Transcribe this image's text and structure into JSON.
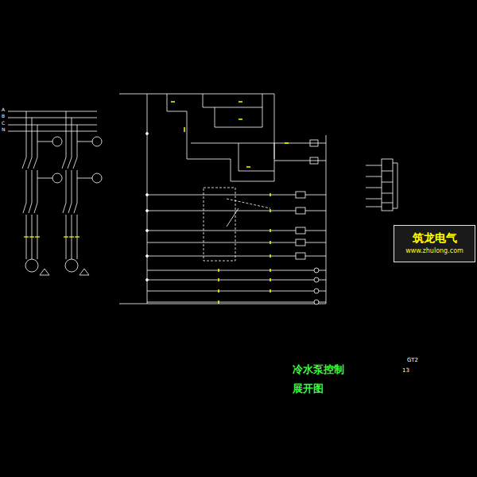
{
  "diagram": {
    "title": "冷水泵控制",
    "nodes": [
      {
        "text": [
          "筑龙电气",
          "www.zhulong.com"
        ]
      }
    ],
    "labels": [
      "展开图",
      "GT2",
      "13",
      "A",
      "B",
      "C",
      "N",
      "*",
      "*"
    ]
  }
}
